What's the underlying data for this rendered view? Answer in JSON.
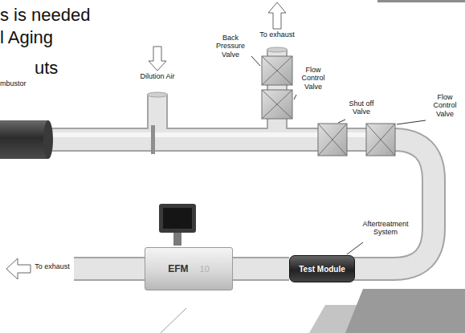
{
  "diagram": {
    "nodes": [
      {
        "text": [
          "EFM",
          "10"
        ]
      },
      {
        "text": [
          "Test Module"
        ]
      }
    ],
    "edges": [
      {
        "from": 0,
        "to": 1,
        "arrow": "none"
      }
    ],
    "labels": [
      "s is needed",
      "l Aging",
      "uts",
      "mbustor",
      "Dilution Air",
      "To exhaust",
      "Back Pressure Valve",
      "Flow Control Valve",
      "Shut off Valve",
      "Flow Control Valve",
      "Aftertreatment System",
      "To exhaust"
    ]
  }
}
